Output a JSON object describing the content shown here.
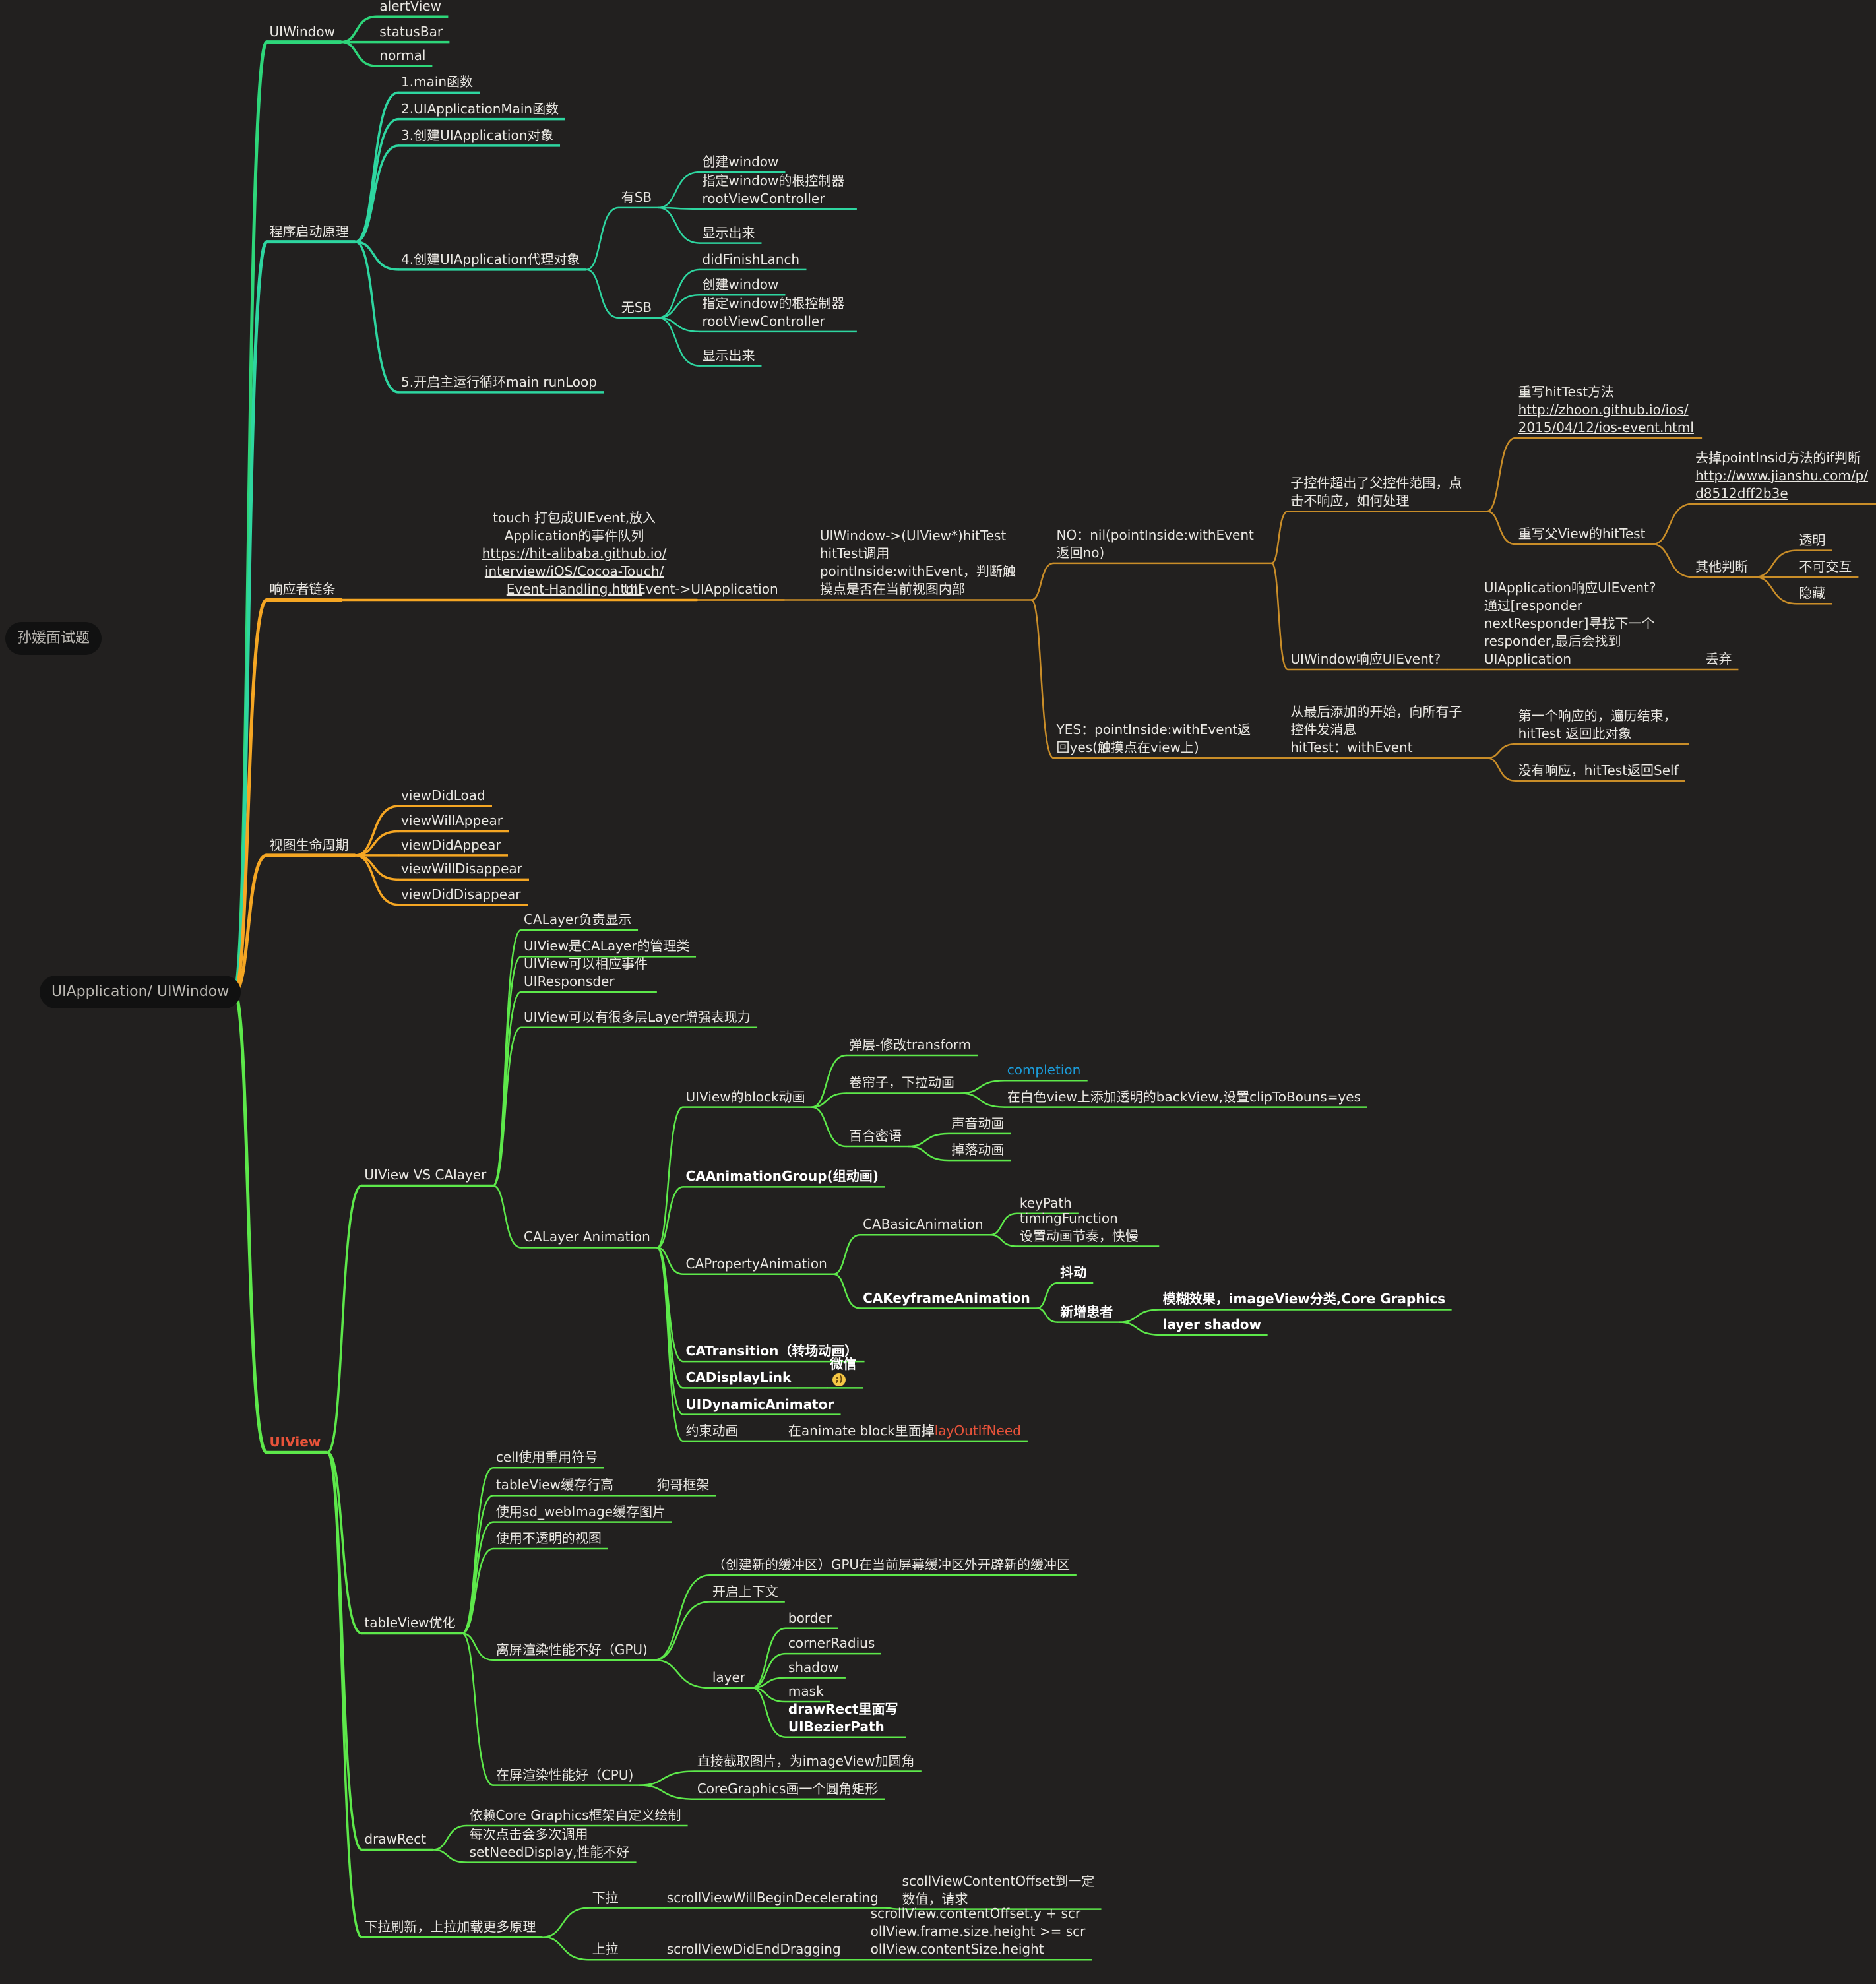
{
  "sheet_title": "孙媛面试题",
  "root": {
    "id": "root",
    "text": "UIApplication/ UIWindow"
  },
  "nodes": [
    {
      "id": "uiwindow",
      "parent": "root",
      "text": "UIWindow",
      "color": "#2ed67a"
    },
    {
      "id": "alertView",
      "parent": "uiwindow",
      "text": "alertView",
      "color": "#2ed67a"
    },
    {
      "id": "statusBar",
      "parent": "uiwindow",
      "text": "statusBar",
      "color": "#2ed67a"
    },
    {
      "id": "normal",
      "parent": "uiwindow",
      "text": "normal",
      "color": "#2ed67a"
    },
    {
      "id": "launch",
      "parent": "root",
      "text": "程序启动原理",
      "color": "#2ed6a0"
    },
    {
      "id": "launch1",
      "parent": "launch",
      "text": "1.main函数",
      "color": "#2ed6a0"
    },
    {
      "id": "launch2",
      "parent": "launch",
      "text": "2.UIApplicationMain函数",
      "color": "#2ed6a0"
    },
    {
      "id": "launch3",
      "parent": "launch",
      "text": "3.创建UIApplication对象",
      "color": "#2ed6a0"
    },
    {
      "id": "launch4",
      "parent": "launch",
      "text": "4.创建UIApplication代理对象",
      "color": "#2ed6a0"
    },
    {
      "id": "hasSB",
      "parent": "launch4",
      "text": "有SB",
      "color": "#2ed6a0"
    },
    {
      "id": "hasSB1",
      "parent": "hasSB",
      "text": "创建window",
      "color": "#2ed6a0"
    },
    {
      "id": "hasSB2",
      "parent": "hasSB",
      "text": "指定window的根控制器\nrootViewController",
      "color": "#2ed6a0"
    },
    {
      "id": "hasSB3",
      "parent": "hasSB",
      "text": "显示出来",
      "color": "#2ed6a0"
    },
    {
      "id": "noSB",
      "parent": "launch4",
      "text": "无SB",
      "color": "#2ed6a0"
    },
    {
      "id": "noSB1",
      "parent": "noSB",
      "text": "didFinishLanch",
      "color": "#2ed6a0"
    },
    {
      "id": "noSB2",
      "parent": "noSB",
      "text": "创建window",
      "color": "#2ed6a0"
    },
    {
      "id": "noSB3",
      "parent": "noSB",
      "text": "指定window的根控制器\nrootViewController",
      "color": "#2ed6a0"
    },
    {
      "id": "noSB4",
      "parent": "noSB",
      "text": "显示出来",
      "color": "#2ed6a0"
    },
    {
      "id": "launch5",
      "parent": "launch",
      "text": "5.开启主运行循环main runLoop",
      "color": "#2ed6a0"
    },
    {
      "id": "responder",
      "parent": "root",
      "text": "响应者链条",
      "color": "#f5a623"
    },
    {
      "id": "touch",
      "parent": "responder",
      "text": "touch 打包成UIEvent,放入\nApplication的事件队列\nhttps://hit-alibaba.github.io/\ninterview/iOS/Cocoa-Touch/\nEvent-Handling.html",
      "color": "#f5a623",
      "align": "center"
    },
    {
      "id": "uievent",
      "parent": "touch",
      "text": "UIEvent->UIApplication",
      "color": "#f5a623"
    },
    {
      "id": "hittest",
      "parent": "uievent",
      "text": "UIWindow->(UIView*)hitTest\nhitTest调用\npointInside:withEvent，判断触\n摸点是否在当前视图内部",
      "color": "#c98d28"
    },
    {
      "id": "no",
      "parent": "hittest",
      "text": "NO：nil(pointInside:withEvent\n返回no)",
      "color": "#c98d28"
    },
    {
      "id": "outside",
      "parent": "no",
      "text": "子控件超出了父控件范围，点\n击不响应，如何处理",
      "color": "#c98d28"
    },
    {
      "id": "overrideHit",
      "parent": "outside",
      "text": "重写hitTest方法\nhttp://zhoon.github.io/ios/\n2015/04/12/ios-event.html",
      "color": "#c98d28",
      "underline_from": 1
    },
    {
      "id": "overrideParent",
      "parent": "outside",
      "text": "重写父View的hitTest",
      "color": "#c98d28"
    },
    {
      "id": "removePoint",
      "parent": "overrideParent",
      "text": "去掉pointInsid方法的if判断\nhttp://www.jianshu.com/p/\nd8512dff2b3e",
      "color": "#c98d28",
      "underline_from": 1
    },
    {
      "id": "otherJudge",
      "parent": "overrideParent",
      "text": "其他判断",
      "color": "#c98d28"
    },
    {
      "id": "transparent",
      "parent": "otherJudge",
      "text": "透明",
      "color": "#c98d28"
    },
    {
      "id": "noInteract",
      "parent": "otherJudge",
      "text": "不可交互",
      "color": "#c98d28"
    },
    {
      "id": "hidden",
      "parent": "otherJudge",
      "text": "隐藏",
      "color": "#c98d28"
    },
    {
      "id": "windowResp",
      "parent": "no",
      "text": "UIWindow响应UIEvent?",
      "color": "#c98d28"
    },
    {
      "id": "appResp",
      "parent": "windowResp",
      "text": "UIApplication响应UIEvent?\n通过[responder\nnextResponder]寻找下一个\nresponder,最后会找到\nUIApplication",
      "color": "#c98d28"
    },
    {
      "id": "discard",
      "parent": "appResp",
      "text": "丢弃",
      "color": "#c98d28"
    },
    {
      "id": "yes",
      "parent": "hittest",
      "text": "YES：pointInside:withEvent返\n回yes(触摸点在view上)",
      "color": "#c98d28"
    },
    {
      "id": "lastAdded",
      "parent": "yes",
      "text": "从最后添加的开始，向所有子\n控件发消息\nhitTest：withEvent",
      "color": "#c98d28"
    },
    {
      "id": "firstResp",
      "parent": "lastAdded",
      "text": "第一个响应的，遍历结束，\nhitTest 返回此对象",
      "color": "#c98d28"
    },
    {
      "id": "noneResp",
      "parent": "lastAdded",
      "text": "没有响应，hitTest返回Self",
      "color": "#c98d28"
    },
    {
      "id": "lifecycle",
      "parent": "root",
      "text": "视图生命周期",
      "color": "#f5a623"
    },
    {
      "id": "vdl",
      "parent": "lifecycle",
      "text": "viewDidLoad",
      "color": "#f5a623"
    },
    {
      "id": "vwa",
      "parent": "lifecycle",
      "text": "viewWillAppear",
      "color": "#f5a623"
    },
    {
      "id": "vda",
      "parent": "lifecycle",
      "text": "viewDidAppear",
      "color": "#f5a623"
    },
    {
      "id": "vwd",
      "parent": "lifecycle",
      "text": "viewWillDisappear",
      "color": "#f5a623"
    },
    {
      "id": "vdd",
      "parent": "lifecycle",
      "text": "viewDidDisappear",
      "color": "#f5a623"
    },
    {
      "id": "uiview",
      "parent": "root",
      "text": "UIView",
      "color": "#5de84a",
      "style": "red"
    },
    {
      "id": "vsLayer",
      "parent": "uiview",
      "text": "UIView VS CAlayer",
      "color": "#5de84a"
    },
    {
      "id": "cal1",
      "parent": "vsLayer",
      "text": "CALayer负责显示",
      "color": "#5de84a"
    },
    {
      "id": "cal2",
      "parent": "vsLayer",
      "text": "UIView是CALayer的管理类",
      "color": "#5de84a"
    },
    {
      "id": "cal3",
      "parent": "vsLayer",
      "text": "UIView可以相应事件\nUIResponsder",
      "color": "#5de84a"
    },
    {
      "id": "cal4",
      "parent": "vsLayer",
      "text": "UIView可以有很多层Layer增强表现力",
      "color": "#5de84a"
    },
    {
      "id": "calAnim",
      "parent": "vsLayer",
      "text": "CALayer Animation",
      "color": "#5de84a"
    },
    {
      "id": "blockAnim",
      "parent": "calAnim",
      "text": "UIView的block动画",
      "color": "#5de84a"
    },
    {
      "id": "popup",
      "parent": "blockAnim",
      "text": "弹层-修改transform",
      "color": "#5de84a"
    },
    {
      "id": "curtain",
      "parent": "blockAnim",
      "text": "卷帘子，下拉动画",
      "color": "#5de84a"
    },
    {
      "id": "completion",
      "parent": "curtain",
      "text": "completion",
      "color": "#5de84a",
      "style": "blue"
    },
    {
      "id": "clipBounds",
      "parent": "curtain",
      "text": "在白色view上添加透明的backView,设置clipToBouns=yes",
      "color": "#5de84a"
    },
    {
      "id": "blinds",
      "parent": "blockAnim",
      "text": "百合密语",
      "color": "#5de84a"
    },
    {
      "id": "soundAnim",
      "parent": "blinds",
      "text": "声音动画",
      "color": "#5de84a"
    },
    {
      "id": "dropAnim",
      "parent": "blinds",
      "text": "掉落动画",
      "color": "#5de84a"
    },
    {
      "id": "animGroup",
      "parent": "calAnim",
      "text": "CAAnimationGroup(组动画)",
      "color": "#5de84a",
      "style": "bold"
    },
    {
      "id": "propAnim",
      "parent": "calAnim",
      "text": "CAPropertyAnimation",
      "color": "#5de84a"
    },
    {
      "id": "basicAnim",
      "parent": "propAnim",
      "text": "CABasicAnimation",
      "color": "#5de84a"
    },
    {
      "id": "keyPath",
      "parent": "basicAnim",
      "text": "keyPath",
      "color": "#5de84a"
    },
    {
      "id": "timingFn",
      "parent": "basicAnim",
      "text": "timingFunction\n设置动画节奏，快慢",
      "color": "#5de84a"
    },
    {
      "id": "keyframe",
      "parent": "propAnim",
      "text": "CAKeyframeAnimation",
      "color": "#5de84a",
      "style": "bold"
    },
    {
      "id": "shake",
      "parent": "keyframe",
      "text": "抖动",
      "color": "#5de84a",
      "style": "bold"
    },
    {
      "id": "newPatient",
      "parent": "keyframe",
      "text": "新增患者",
      "color": "#5de84a",
      "style": "bold"
    },
    {
      "id": "blur",
      "parent": "newPatient",
      "text": "模糊效果，imageView分类,Core Graphics",
      "color": "#5de84a",
      "style": "bold"
    },
    {
      "id": "layerShadow",
      "parent": "newPatient",
      "text": "layer shadow",
      "color": "#5de84a",
      "style": "bold"
    },
    {
      "id": "transition",
      "parent": "calAnim",
      "text": "CATransition（转场动画）",
      "color": "#5de84a",
      "style": "bold"
    },
    {
      "id": "displayLink",
      "parent": "calAnim",
      "text": "CADisplayLink",
      "color": "#5de84a",
      "style": "bold"
    },
    {
      "id": "wechat",
      "parent": "displayLink",
      "text": "微信",
      "color": "#5de84a",
      "style": "bold",
      "emoji": "winking-face-icon"
    },
    {
      "id": "dynamic",
      "parent": "calAnim",
      "text": "UIDynamicAnimator",
      "color": "#5de84a",
      "style": "bold"
    },
    {
      "id": "constraint",
      "parent": "calAnim",
      "text": "约束动画",
      "color": "#5de84a"
    },
    {
      "id": "layoutNeed",
      "parent": "constraint",
      "text": "在animate block里面掉",
      "highlight": "layOutIfNeed",
      "color": "#5de84a"
    },
    {
      "id": "tvOpt",
      "parent": "uiview",
      "text": "tableView优化",
      "color": "#5de84a"
    },
    {
      "id": "cellReuse",
      "parent": "tvOpt",
      "text": "cell使用重用符号",
      "color": "#5de84a"
    },
    {
      "id": "cacheHeight",
      "parent": "tvOpt",
      "text": "tableView缓存行高",
      "color": "#5de84a"
    },
    {
      "id": "dogFramework",
      "parent": "cacheHeight",
      "text": "狗哥框架",
      "color": "#5de84a"
    },
    {
      "id": "sdweb",
      "parent": "tvOpt",
      "text": "使用sd_webImage缓存图片",
      "color": "#5de84a"
    },
    {
      "id": "opaque",
      "parent": "tvOpt",
      "text": "使用不透明的视图",
      "color": "#5de84a"
    },
    {
      "id": "offscreen",
      "parent": "tvOpt",
      "text": "离屏渲染性能不好（GPU)",
      "color": "#5de84a"
    },
    {
      "id": "newBuffer",
      "parent": "offscreen",
      "text": "（创建新的缓冲区）GPU在当前屏幕缓冲区外开辟新的缓冲区",
      "color": "#5de84a"
    },
    {
      "id": "context",
      "parent": "offscreen",
      "text": "开启上下文",
      "color": "#5de84a"
    },
    {
      "id": "layer",
      "parent": "offscreen",
      "text": "layer",
      "color": "#5de84a"
    },
    {
      "id": "border",
      "parent": "layer",
      "text": "border",
      "color": "#5de84a"
    },
    {
      "id": "cornerRadius",
      "parent": "layer",
      "text": "cornerRadius",
      "color": "#5de84a"
    },
    {
      "id": "shadow",
      "parent": "layer",
      "text": "shadow",
      "color": "#5de84a"
    },
    {
      "id": "mask",
      "parent": "layer",
      "text": "mask",
      "color": "#5de84a"
    },
    {
      "id": "drawRectBezier",
      "parent": "layer",
      "text": "drawRect里面写\nUIBezierPath",
      "color": "#5de84a",
      "style": "bold"
    },
    {
      "id": "onscreen",
      "parent": "tvOpt",
      "text": "在屏渲染性能好（CPU)",
      "color": "#5de84a"
    },
    {
      "id": "clipImage",
      "parent": "onscreen",
      "text": "直接截取图片，为imageView加圆角",
      "color": "#5de84a"
    },
    {
      "id": "cgRound",
      "parent": "onscreen",
      "text": "CoreGraphics画一个圆角矩形",
      "color": "#5de84a"
    },
    {
      "id": "drawRect",
      "parent": "uiview",
      "text": "drawRect",
      "color": "#5de84a"
    },
    {
      "id": "dependsCG",
      "parent": "drawRect",
      "text": "依赖Core Graphics框架自定义绘制",
      "color": "#5de84a"
    },
    {
      "id": "everyClick",
      "parent": "drawRect",
      "text": "每次点击会多次调用\nsetNeedDisplay,性能不好",
      "color": "#5de84a"
    },
    {
      "id": "refresh",
      "parent": "uiview",
      "text": "下拉刷新，上拉加载更多原理",
      "color": "#5de84a"
    },
    {
      "id": "pullDown",
      "parent": "refresh",
      "text": "下拉",
      "color": "#5de84a"
    },
    {
      "id": "willDecel",
      "parent": "pullDown",
      "text": "scrollViewWillBeginDecelerating",
      "color": "#5de84a"
    },
    {
      "id": "offsetValue",
      "parent": "willDecel",
      "text": "scollViewContentOffset到一定\n数值，请求",
      "color": "#5de84a"
    },
    {
      "id": "pullUp",
      "parent": "refresh",
      "text": "上拉",
      "color": "#5de84a"
    },
    {
      "id": "endDrag",
      "parent": "pullUp",
      "text": "scrollViewDidEndDragging",
      "color": "#5de84a"
    },
    {
      "id": "contentOffsetExpr",
      "parent": "endDrag",
      "text": "scrollView.contentOffset.y + scr\nollView.frame.size.height >= scr\nollView.contentSize.height",
      "color": "#5de84a"
    }
  ]
}
